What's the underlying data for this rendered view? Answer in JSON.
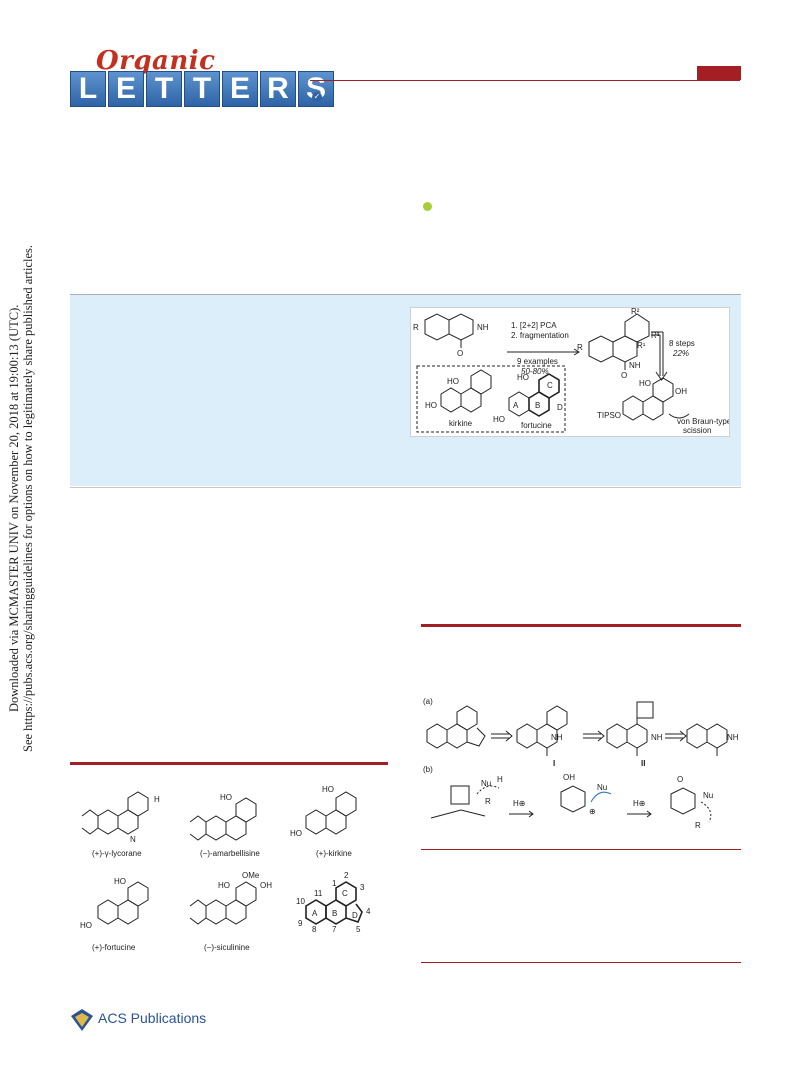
{
  "journal": {
    "script_word": "Organic",
    "tiles": [
      "L",
      "E",
      "T",
      "T",
      "E",
      "R",
      "S"
    ],
    "verified_icon": "check-badge-icon"
  },
  "sidebar_notice": {
    "line1": "Downloaded via MCMASTER UNIV on November 20, 2018 at 19:00:13 (UTC).",
    "line2": "See https://pubs.acs.org/sharingguidelines for options on how to legitimately share published articles."
  },
  "toc_graphic": {
    "step1": "1. [2+2] PCA",
    "step2": "2. fragmentation",
    "examples": "9 examples",
    "yield": "50-80%",
    "steps": "8 steps",
    "steps_yield": "22%",
    "substituents": [
      "R",
      "R²",
      "R³",
      "R³",
      "R¹"
    ],
    "nh_label": "NH",
    "carbonyl": "O",
    "compound_left": "kirkine",
    "compound_right": "fortucine",
    "rings": [
      "A",
      "B",
      "C",
      "D"
    ],
    "protecting_group": "TIPSO",
    "ho": "HO",
    "oh": "OH",
    "note_line1": "von Braun-type",
    "note_line2": "scission"
  },
  "figure1": {
    "compounds": [
      "(+)-γ-lycorane",
      "(−)-amarbellisine",
      "(+)-kirkine",
      "(+)-fortucine",
      "(−)-siculinine"
    ],
    "ring_labels": [
      "A",
      "B",
      "C",
      "D"
    ],
    "atom_numbers": [
      "1",
      "2",
      "3",
      "4",
      "5",
      "7",
      "8",
      "9",
      "10",
      "11"
    ],
    "ome": "OMe",
    "ho": "HO",
    "oh": "OH",
    "n": "N",
    "h": "H"
  },
  "scheme1": {
    "part_a": "(a)",
    "part_b": "(b)",
    "intermediate_I": "I",
    "intermediate_II": "II",
    "nh_label": "NH",
    "oh_label": "OH",
    "o_label": "O",
    "nu_label": "Nu",
    "h_label": "H",
    "r_label": "R",
    "proton1": "H⊕",
    "proton2": "H⊕",
    "charge": "⊕"
  },
  "publisher": {
    "name": "ACS Publications",
    "icon": "acs-shield-icon"
  },
  "colors": {
    "brand_red": "#a31f24",
    "abstract_bg": "#ddeefb",
    "ring_blue": "#2e74c9",
    "tile_blue": "#3e74b8"
  }
}
